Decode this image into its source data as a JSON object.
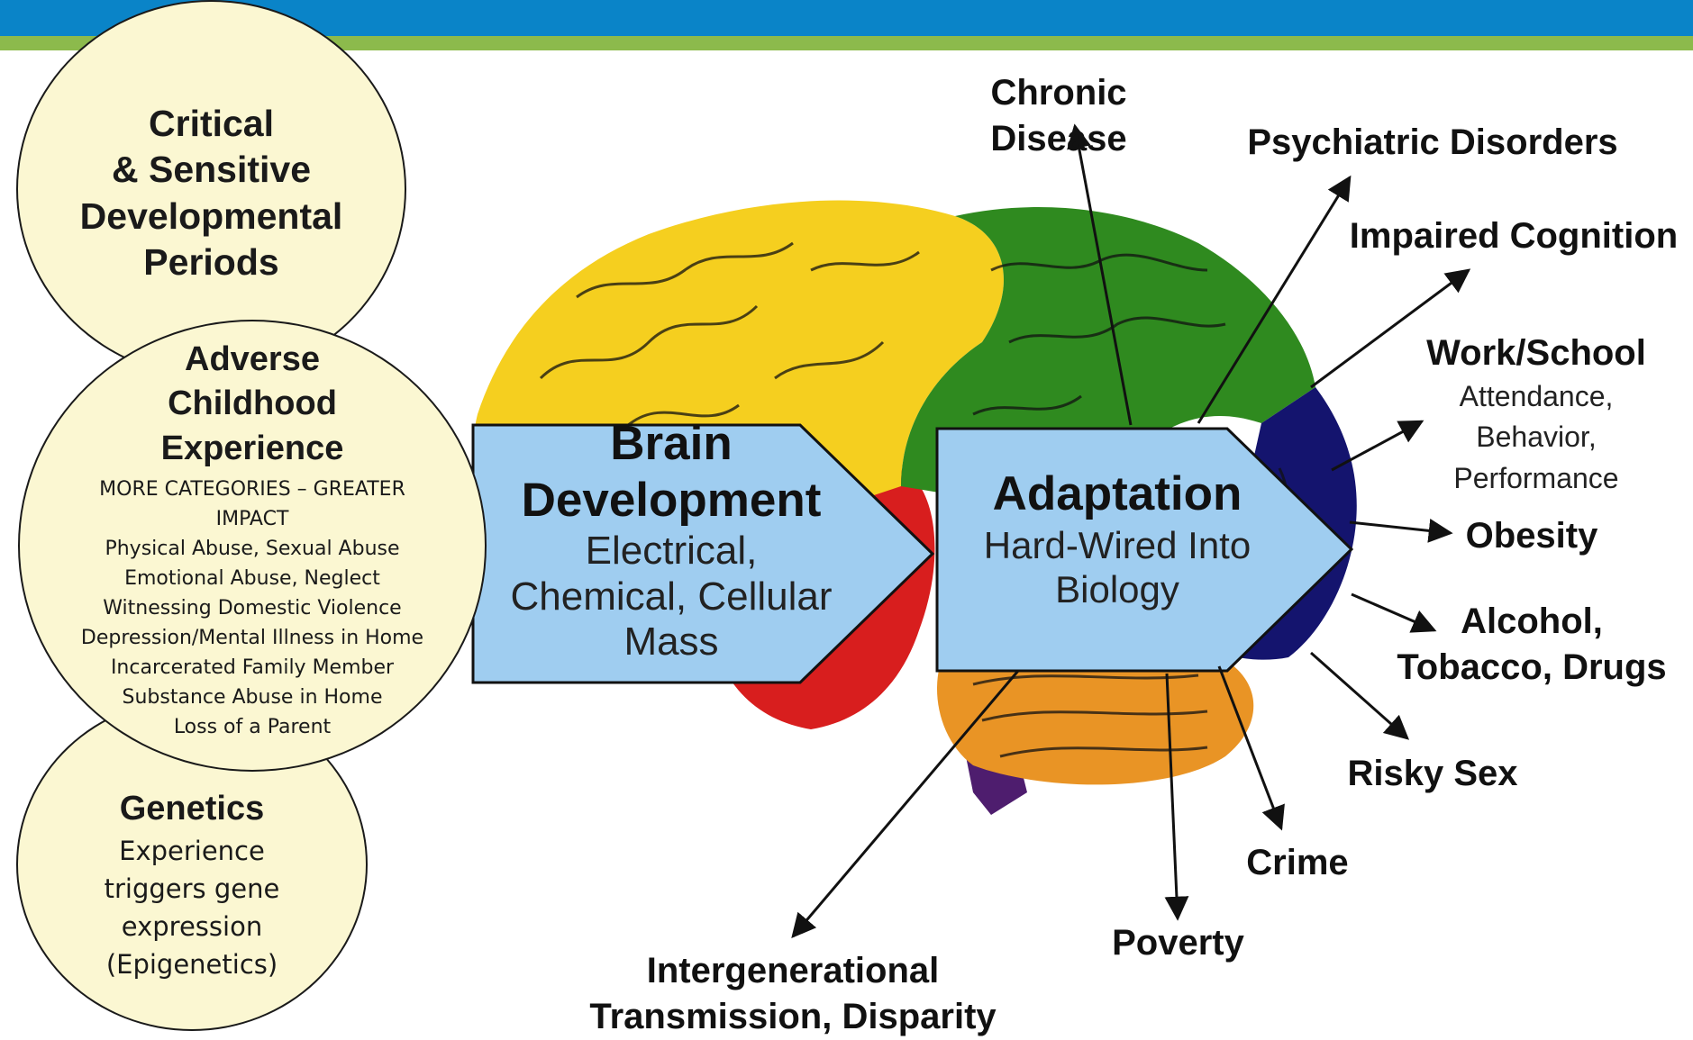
{
  "circles": {
    "critical": {
      "title": "Critical\n& Sensitive\nDevelopmental\nPeriods"
    },
    "ace": {
      "title": "Adverse\nChildhood\nExperience",
      "items": [
        "MORE CATEGORIES – GREATER",
        "IMPACT",
        "Physical Abuse, Sexual Abuse",
        "Emotional Abuse, Neglect",
        "Witnessing Domestic Violence",
        "Depression/Mental Illness in Home",
        "Incarcerated Family Member",
        "Substance Abuse in Home",
        "Loss of a Parent"
      ]
    },
    "genetics": {
      "title": "Genetics",
      "body": "Experience\ntriggers gene\nexpression\n(Epigenetics)"
    }
  },
  "brain_box": {
    "title": "Brain\nDevelopment",
    "body": "Electrical,\nChemical, Cellular\nMass"
  },
  "adaptation_box": {
    "title": "Adaptation",
    "body": "Hard-Wired Into\nBiology"
  },
  "outcomes": {
    "chronic": "Chronic\nDisease",
    "psychiatric": "Psychiatric Disorders",
    "cognition": "Impaired Cognition",
    "work_title": "Work/School",
    "work_body": "Attendance,\nBehavior,\nPerformance",
    "obesity": "Obesity",
    "alcohol": "Alcohol,\nTobacco, Drugs",
    "risky": "Risky Sex",
    "crime": "Crime",
    "poverty": "Poverty",
    "intergen": "Intergenerational\nTransmission, Disparity"
  },
  "colors": {
    "header_blue": "#0a84c8",
    "header_green": "#8cba4c",
    "circle_fill": "#fbf7d2",
    "arrow_fill": "#9fcdf0",
    "frontal_yellow": "#f5cf1f",
    "parietal_green": "#2f8a1f",
    "occipital_navy": "#14146e",
    "temporal_red": "#d81e1e",
    "cerebellum_orange": "#e99425",
    "brainstem_purple": "#4e1d6e"
  }
}
